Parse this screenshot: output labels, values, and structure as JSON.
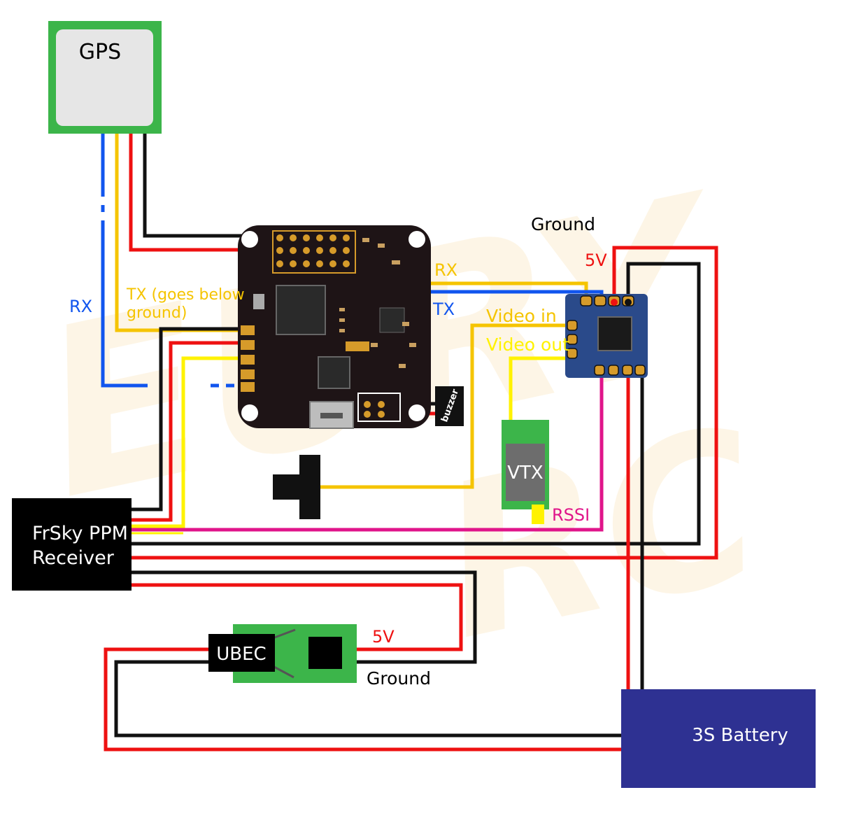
{
  "labels": {
    "gps": "GPS",
    "rx_gps": "RX",
    "tx_gps_line1": "TX (goes below",
    "tx_gps_line2": "ground)",
    "rx_osd": "RX",
    "tx_osd": "TX",
    "ground_top": "Ground",
    "five_v_top": "5V",
    "video_in": "Video in",
    "video_out": "Video out",
    "vtx": "VTX",
    "rssi": "RSSI",
    "receiver_line1": "FrSky PPM",
    "receiver_line2": "Receiver",
    "ubec": "UBEC",
    "five_v_ubec": "5V",
    "ground_ubec": "Ground",
    "battery": "3S Battery",
    "buzzer": "buzzer"
  },
  "colors": {
    "red": "#ee1111",
    "black": "#111111",
    "yellow": "#f5c400",
    "bright_yellow": "#fff200",
    "blue": "#1155ee",
    "magenta": "#e0158a",
    "green": "#3cb54a",
    "navy": "#2e3192",
    "board": "#1e1416",
    "pad": "#d69b2a",
    "watermark": "#f2b33c"
  }
}
